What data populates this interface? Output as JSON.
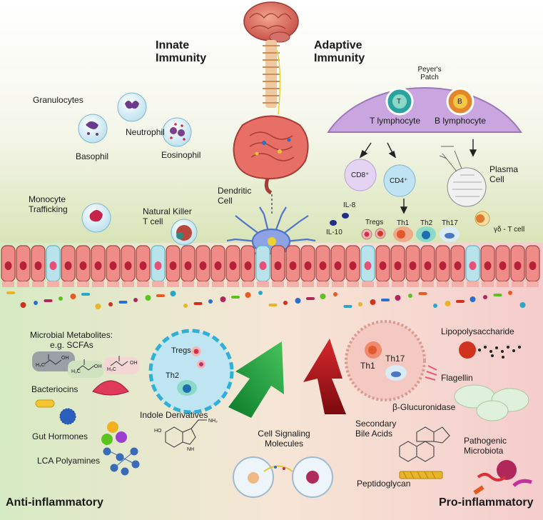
{
  "headings": {
    "innate": [
      "Innate",
      "Immunity"
    ],
    "adaptive": [
      "Adaptive",
      "Immunity"
    ]
  },
  "corners": {
    "left": "Anti-inflammatory",
    "right": "Pro-inflammatory"
  },
  "innate_cells": {
    "granulocytes": "Granulocytes",
    "neutrophil": "Neutrophil",
    "basophil": "Basophil",
    "eosinophil": "Eosinophil",
    "monocyte": [
      "Monocyte",
      "Trafficking"
    ],
    "nk": [
      "Natural Killer",
      "T cell"
    ],
    "dendritic": [
      "Dendritic",
      "Cell"
    ]
  },
  "adaptive_cells": {
    "peyers": [
      "Peyer's",
      "Patch"
    ],
    "t_glyph": "T",
    "b_glyph": "B",
    "t_lymph": "T lymphocyte",
    "b_lymph": "B lymphocyte",
    "cd8": "CD8⁺",
    "cd4": "CD4⁺",
    "plasma": [
      "Plasma",
      "Cell"
    ],
    "il8": "IL-8",
    "il10": "IL-10",
    "tregs": "Tregs",
    "th1": "Th1",
    "th2": "Th2",
    "th17": "Th17",
    "gd": "γδ - T cell"
  },
  "anti": {
    "metabolites": [
      "Microbial Metabolites:",
      "e.g. SCFAs"
    ],
    "formula": "H₃C",
    "oh": "OH",
    "bacteriocins": "Bacteriocins",
    "hormones": "Gut Hormones",
    "lca": "LCA Polyamines",
    "indole": "Indole Derivatives",
    "ho": "HO",
    "nh2": "NH₂",
    "nh": "NH",
    "tregs": "Tregs",
    "th2": "Th2"
  },
  "center": {
    "signaling": [
      "Cell Signaling",
      "Molecules"
    ]
  },
  "pro": {
    "th1": "Th1",
    "th17": "Th17",
    "lps": "Lipopolysaccharide",
    "flagellin": "Flagellin",
    "glucuronidase": "β-Glucuronidase",
    "bile": [
      "Secondary",
      "Bile Acids"
    ],
    "pathogenic": [
      "Pathogenic",
      "Microbiota"
    ],
    "peptidoglycan": "Peptidoglycan"
  },
  "colors": {
    "anti_bg": "#d9ebc6",
    "pro_bg": "#f6d4d2",
    "epithelium": "#f08c88",
    "peyers": "#c9a6df",
    "arrow_green": "#1f9e3a",
    "arrow_red": "#b01319"
  }
}
